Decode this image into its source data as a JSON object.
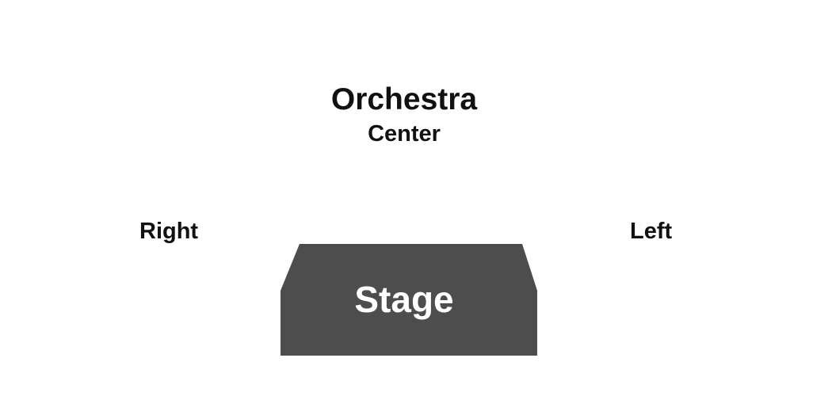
{
  "seating_chart": {
    "orchestra": {
      "title": "Orchestra",
      "center_label": "Center"
    },
    "sections": {
      "right_label": "Right",
      "left_label": "Left"
    },
    "stage": {
      "label": "Stage",
      "fill_color": "#4d4d4d",
      "text_color": "#ffffff"
    },
    "text_color": "#111111",
    "background_color": "#ffffff"
  }
}
